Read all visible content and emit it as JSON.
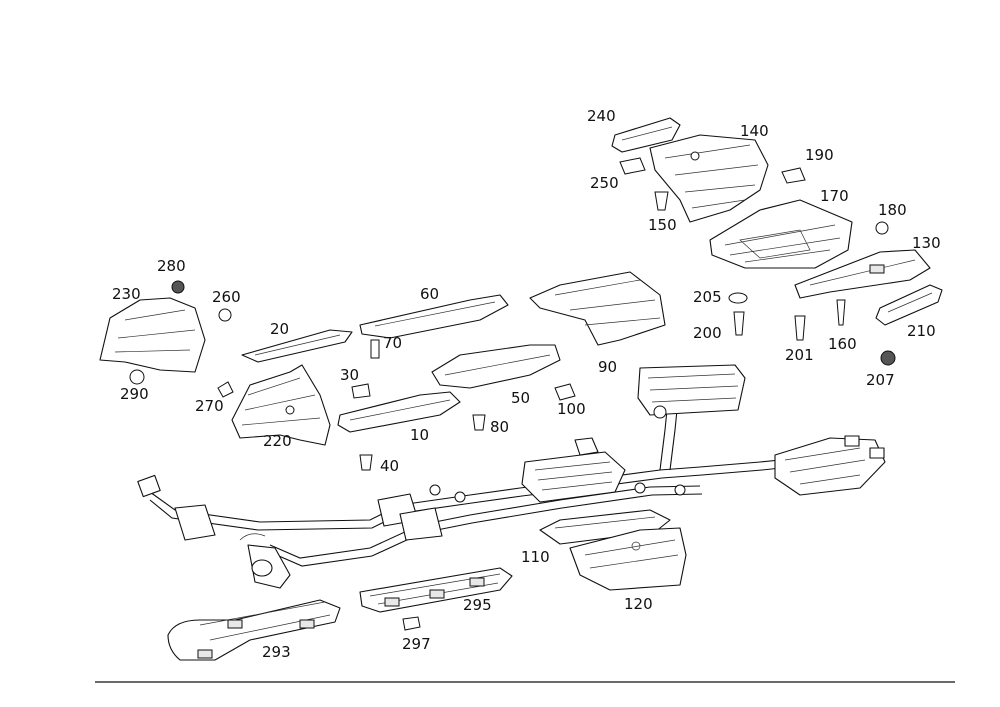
{
  "diagram": {
    "part_numbers": [
      "10",
      "20",
      "30",
      "40",
      "50",
      "60",
      "70",
      "80",
      "90",
      "100",
      "110",
      "120",
      "130",
      "140",
      "150",
      "160",
      "170",
      "180",
      "190",
      "200",
      "201",
      "205",
      "207",
      "210",
      "220",
      "230",
      "240",
      "250",
      "260",
      "270",
      "280",
      "290",
      "293",
      "295",
      "297"
    ]
  }
}
